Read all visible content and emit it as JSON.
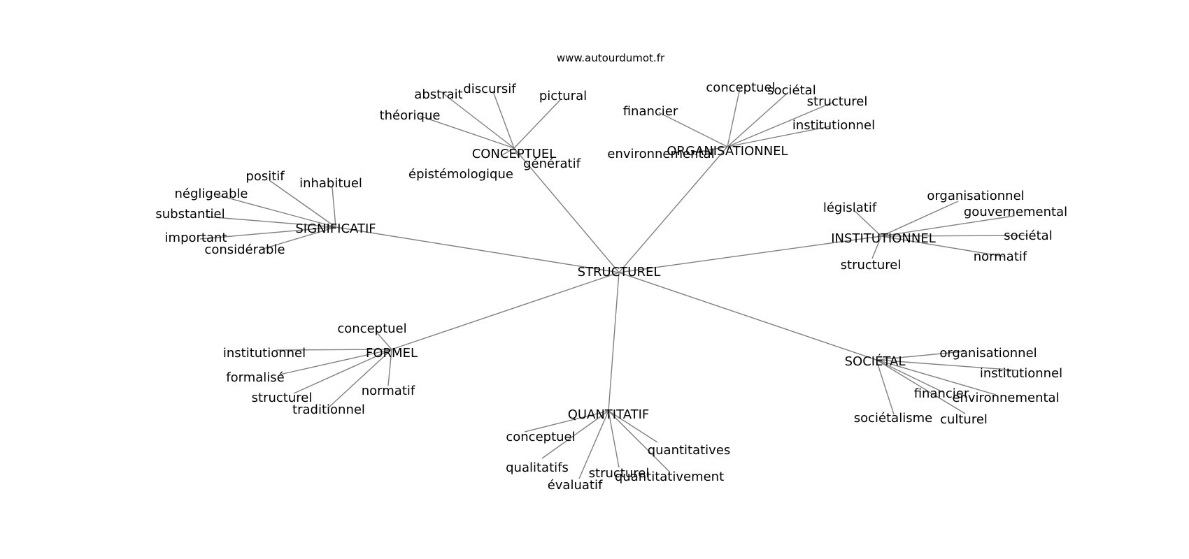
{
  "site": "www.autourdumot.fr",
  "edge_color": "#808080",
  "text_color": "#000000",
  "center": "STRUCTUREL",
  "clusters": [
    {
      "label": "CONCEPTUEL",
      "leaves": [
        "abstrait",
        "discursif",
        "pictural",
        "théorique",
        "épistémologique",
        "génératif"
      ]
    },
    {
      "label": "ORGANISATIONNEL",
      "leaves": [
        "conceptuel",
        "sociétal",
        "structurel",
        "institutionnel",
        "financier",
        "environnemental"
      ]
    },
    {
      "label": "SIGNIFICATIF",
      "leaves": [
        "positif",
        "inhabituel",
        "négligeable",
        "substantiel",
        "important",
        "considérable"
      ]
    },
    {
      "label": "INSTITUTIONNEL",
      "leaves": [
        "législatif",
        "organisationnel",
        "gouvernemental",
        "sociétal",
        "normatif",
        "structurel"
      ]
    },
    {
      "label": "FORMEL",
      "leaves": [
        "conceptuel",
        "institutionnel",
        "formalisé",
        "structurel",
        "traditionnel",
        "normatif"
      ]
    },
    {
      "label": "QUANTITATIF",
      "leaves": [
        "conceptuel",
        "qualitatifs",
        "évaluatif",
        "structurel",
        "quantitativement",
        "quantitatives"
      ]
    },
    {
      "label": "SOCIÉTAL",
      "leaves": [
        "organisationnel",
        "institutionnel",
        "financier",
        "environnemental",
        "culturel",
        "sociétalisme"
      ]
    }
  ]
}
